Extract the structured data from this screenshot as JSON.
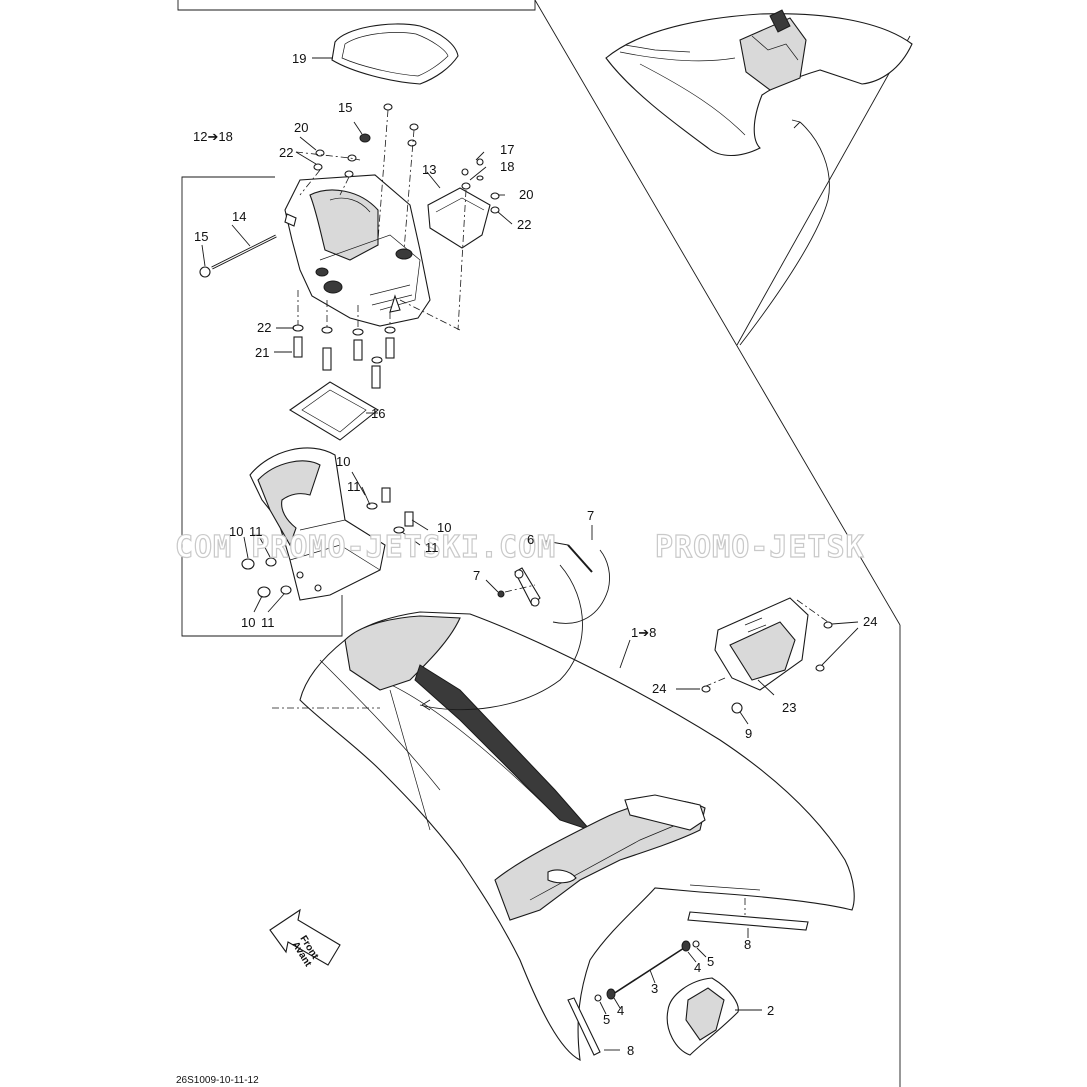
{
  "watermarks": [
    "COM PROMO-JETSKI.COM",
    "PROMO-JETSK"
  ],
  "reference_code": "26S1009-10-11-12",
  "front_arrow": {
    "line1": "Front",
    "line2": "Avant"
  },
  "callouts": [
    {
      "id": "c19",
      "text": "19"
    },
    {
      "id": "c15a",
      "text": "15"
    },
    {
      "id": "c12",
      "text": "12➔18"
    },
    {
      "id": "c20a",
      "text": "20"
    },
    {
      "id": "c22a",
      "text": "22"
    },
    {
      "id": "c17",
      "text": "17"
    },
    {
      "id": "c13",
      "text": "13"
    },
    {
      "id": "c18",
      "text": "18"
    },
    {
      "id": "c20b",
      "text": "20"
    },
    {
      "id": "c22b",
      "text": "22"
    },
    {
      "id": "c14",
      "text": "14"
    },
    {
      "id": "c15b",
      "text": "15"
    },
    {
      "id": "c22c",
      "text": "22"
    },
    {
      "id": "c21",
      "text": "21"
    },
    {
      "id": "c16",
      "text": "16"
    },
    {
      "id": "c10a",
      "text": "10"
    },
    {
      "id": "c11a",
      "text": "11"
    },
    {
      "id": "c10b",
      "text": "10"
    },
    {
      "id": "c11b",
      "text": "11"
    },
    {
      "id": "c10c",
      "text": "10"
    },
    {
      "id": "c11c",
      "text": "11"
    },
    {
      "id": "c10d",
      "text": "10"
    },
    {
      "id": "c11d",
      "text": "11"
    },
    {
      "id": "c7a",
      "text": "7"
    },
    {
      "id": "c6",
      "text": "6"
    },
    {
      "id": "c7b",
      "text": "7"
    },
    {
      "id": "c1",
      "text": "1➔8"
    },
    {
      "id": "c24a",
      "text": "24"
    },
    {
      "id": "c24b",
      "text": "24"
    },
    {
      "id": "c23",
      "text": "23"
    },
    {
      "id": "c9",
      "text": "9"
    },
    {
      "id": "c8a",
      "text": "8"
    },
    {
      "id": "c5a",
      "text": "5"
    },
    {
      "id": "c4a",
      "text": "4"
    },
    {
      "id": "c3",
      "text": "3"
    },
    {
      "id": "c2",
      "text": "2"
    },
    {
      "id": "c4b",
      "text": "4"
    },
    {
      "id": "c5b",
      "text": "5"
    },
    {
      "id": "c8b",
      "text": "8"
    }
  ]
}
